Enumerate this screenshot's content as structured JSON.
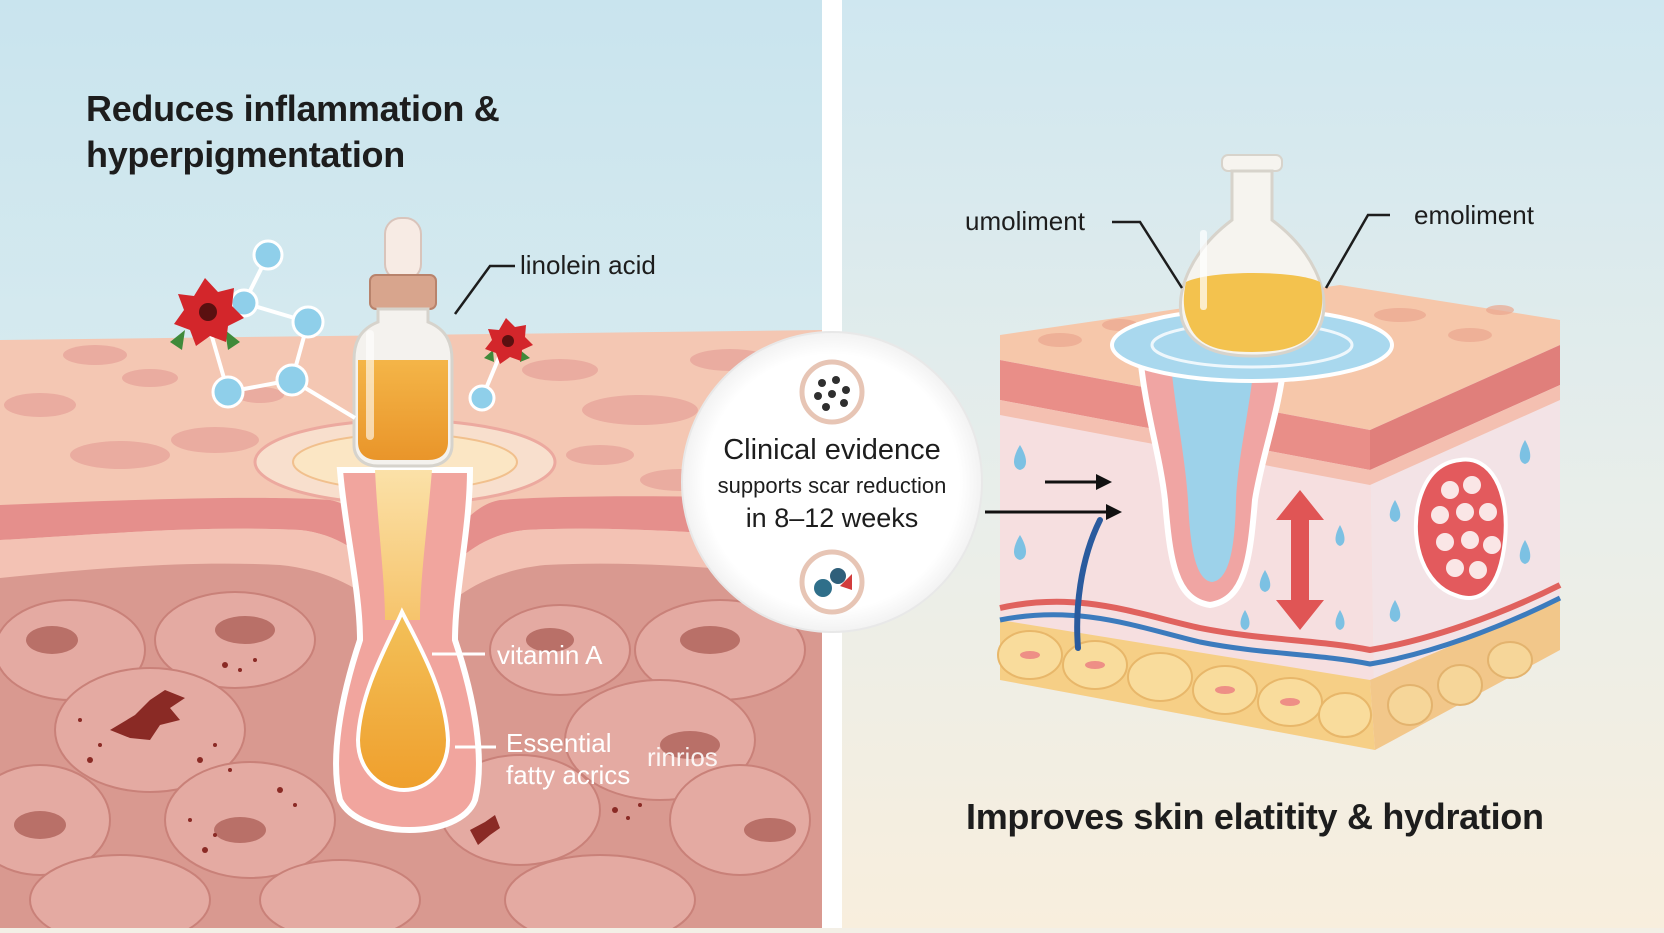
{
  "left_panel": {
    "heading_line1": "Reduces inflammation &",
    "heading_line2": "hyperpigmentation",
    "label_linolein": "linolein acid",
    "label_vitamin_a": "vitamin A",
    "label_essential_line1": "Essential",
    "label_essential_line2": "fatty acrics",
    "label_rinrios": "rinrios"
  },
  "center_badge": {
    "line1": "Clinical evidence",
    "line2": "supports scar reduction",
    "line3": "in 8‒12 weeks"
  },
  "right_panel": {
    "label_left": "umoliment",
    "label_right": "emoliment",
    "heading": "Improves skin elatitity & hydration"
  },
  "colors": {
    "sky_left": "#cfe7f0",
    "sky_right": "#d8ecf2",
    "oil": "#f0a83a",
    "skin_top": "#f6c9b4",
    "skin_mid": "#e7a8a3",
    "dermis": "#d99a92",
    "water": "#9fd3ec",
    "fat": "#f7d389",
    "arrow_red": "#e05555"
  }
}
